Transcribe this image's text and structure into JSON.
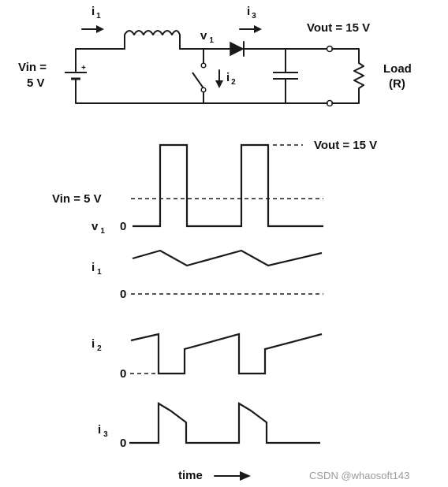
{
  "circuit": {
    "current_i1": {
      "main": "i",
      "sub": "1"
    },
    "current_i2": {
      "main": "i",
      "sub": "2"
    },
    "current_i3": {
      "main": "i",
      "sub": "3"
    },
    "node_v1": {
      "main": "v",
      "sub": "1"
    },
    "vin_line1": "Vin =",
    "vin_line2": "5 V",
    "vout": "Vout = 15 V",
    "load_line1": "Load",
    "load_line2": "(R)",
    "battery_plus": "+"
  },
  "waveforms": {
    "vout_level": "Vout  = 15 V",
    "vin_level": "Vin = 5 V",
    "v1_label": {
      "main": "v",
      "sub": "1"
    },
    "i1_label": {
      "main": "i",
      "sub": "1"
    },
    "i2_label": {
      "main": "i",
      "sub": "2"
    },
    "i3_label": {
      "main": "i",
      "sub": "3"
    },
    "zero": "0",
    "time_label": "time"
  },
  "watermark": "CSDN @whaosoft143"
}
